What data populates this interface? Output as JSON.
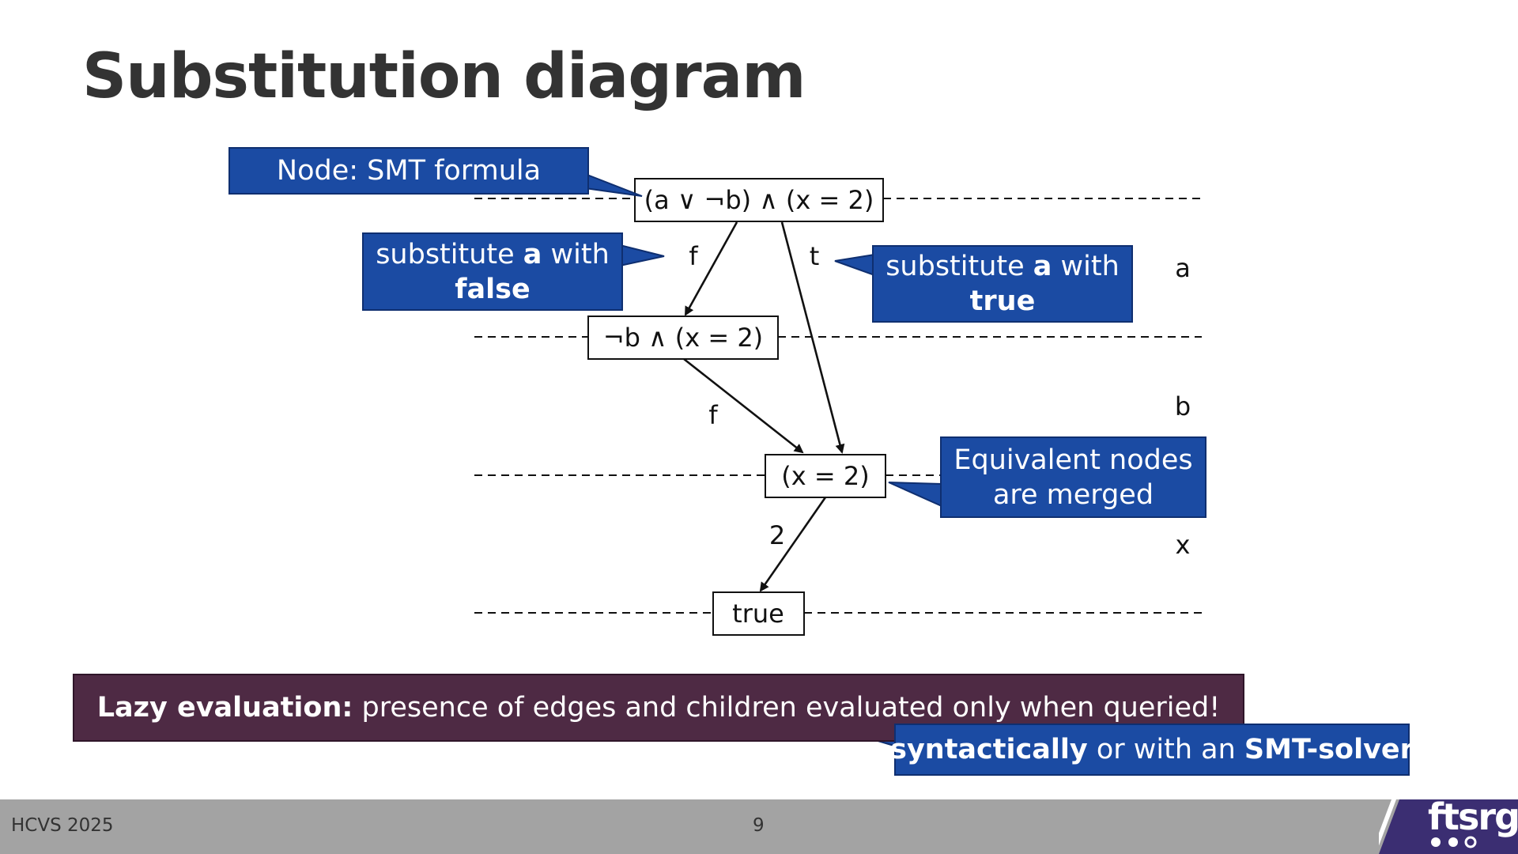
{
  "slide": {
    "title": "Substitution diagram",
    "footer_left": "HCVS 2025",
    "page_number": "9",
    "logo_text": "ftsrg"
  },
  "diagram": {
    "nodes": {
      "root": "(a ∨ ¬b) ∧ (x = 2)",
      "mid": "¬b ∧ (x = 2)",
      "x2": "(x = 2)",
      "true": "true"
    },
    "edge_labels": {
      "root_mid": "f",
      "root_x2": "t",
      "mid_x2": "f",
      "x2_true": "2"
    },
    "level_labels": [
      "a",
      "b",
      "x"
    ]
  },
  "callouts": {
    "node": "Node: SMT formula",
    "sub_false": {
      "pre": "substitute ",
      "var": "a",
      "mid": " with",
      "val": "false"
    },
    "sub_true": {
      "pre": "substitute ",
      "var": "a",
      "mid": " with",
      "val": "true"
    },
    "equivalent": {
      "line1": "Equivalent nodes",
      "line2": "are merged"
    }
  },
  "lazy": {
    "bold": "Lazy evaluation:",
    "rest": " presence of edges and children evaluated only when queried!"
  },
  "solver": {
    "bold1": "syntactically",
    "mid": " or with an ",
    "bold2": "SMT-solver"
  },
  "colors": {
    "callout_blue": "#1b4ba3",
    "lazy_purple": "#4e2a44",
    "footer_gray": "#a3a3a3",
    "logo_indigo": "#3b2e72"
  }
}
